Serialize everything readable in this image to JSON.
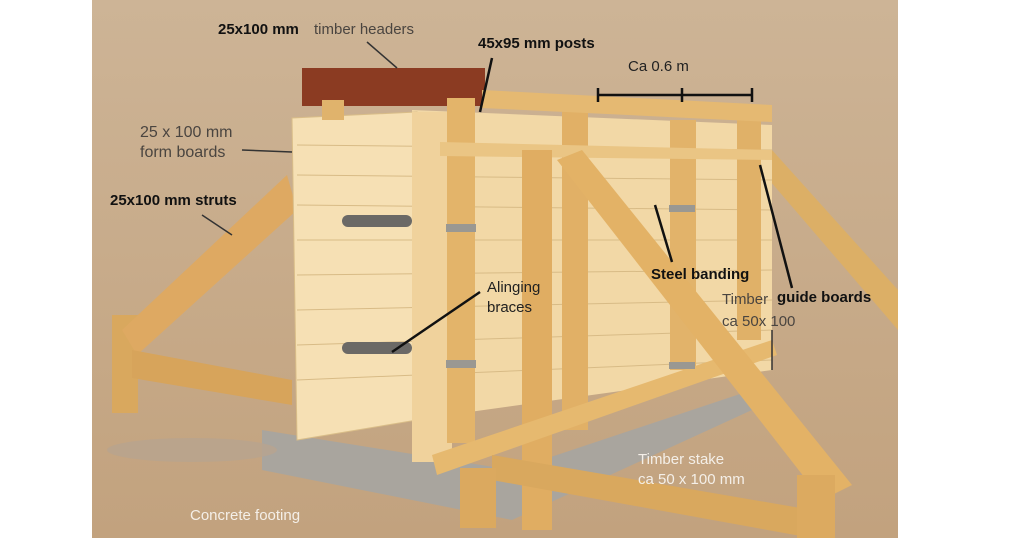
{
  "labels": {
    "headers_dim": "25x100 mm",
    "headers_name": "timber headers",
    "posts": "45x95 mm posts",
    "spacing": "Ca 0.6 m",
    "form_boards_1": "25 x 100 mm",
    "form_boards_2": "form boards",
    "struts": "25x100 mm struts",
    "braces_1": "Alinging",
    "braces_2": "braces",
    "steel_banding": "Steel banding",
    "timber": "Timber",
    "guide_boards": "guide boards",
    "timber_size": "ca 50x 100",
    "stake_1": "Timber stake",
    "stake_2": "ca 50 x 100 mm",
    "footing": "Concrete footing"
  },
  "colors": {
    "sand": "#c9ad8c",
    "wood": "#e2b872",
    "form": "#f3d9a8",
    "header": "#8a3a22",
    "concrete": "#a8a59f"
  }
}
